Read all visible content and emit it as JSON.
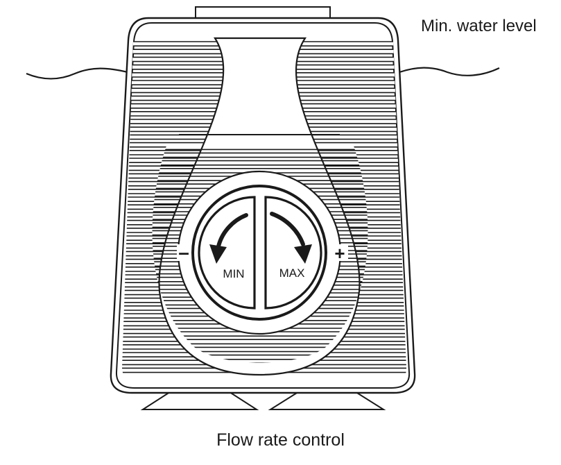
{
  "labels": {
    "water_level": "Min. water level",
    "caption": "Flow rate control"
  },
  "dial": {
    "min_label": "MIN",
    "max_label": "MAX",
    "minus_symbol": "–",
    "plus_symbol": "+"
  },
  "colors": {
    "line": "#1a1a1a",
    "background": "#ffffff"
  }
}
